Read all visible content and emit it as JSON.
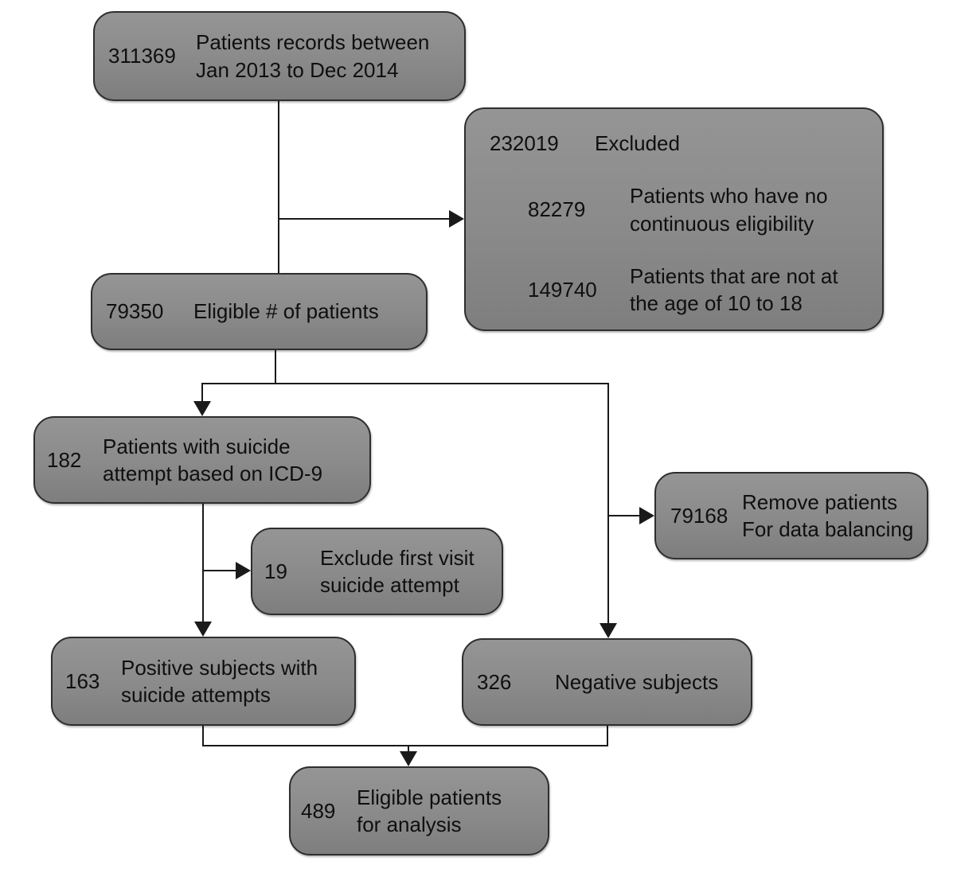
{
  "diagram": {
    "type": "flowchart",
    "description": "Patient selection and exclusion flow diagram",
    "colors": {
      "box_fill": "#8a8a8a",
      "box_border": "#2e2e2e",
      "connector": "#1a1a1a",
      "text": "#0f0f0f",
      "background": "#ffffff"
    },
    "nodes": {
      "records": {
        "count": "311369",
        "label": "Patients records between Jan 2013 to Dec 2014"
      },
      "excluded": {
        "count": "232019",
        "label": "Excluded",
        "items": [
          {
            "count": "82279",
            "label": "Patients who have no continuous eligibility"
          },
          {
            "count": "149740",
            "label": "Patients that are not at the age of 10 to 18"
          }
        ]
      },
      "eligible": {
        "count": "79350",
        "label": "Eligible # of patients"
      },
      "icd9": {
        "count": "182",
        "label": "Patients with suicide attempt based on ICD-9"
      },
      "balancing": {
        "count": "79168",
        "label": "Remove patients For data balancing"
      },
      "first_visit": {
        "count": "19",
        "label": "Exclude first visit suicide attempt"
      },
      "positive": {
        "count": "163",
        "label": "Positive subjects with suicide attempts"
      },
      "negative": {
        "count": "326",
        "label": "Negative subjects"
      },
      "analysis": {
        "count": "489",
        "label": "Eligible patients for analysis"
      }
    }
  }
}
